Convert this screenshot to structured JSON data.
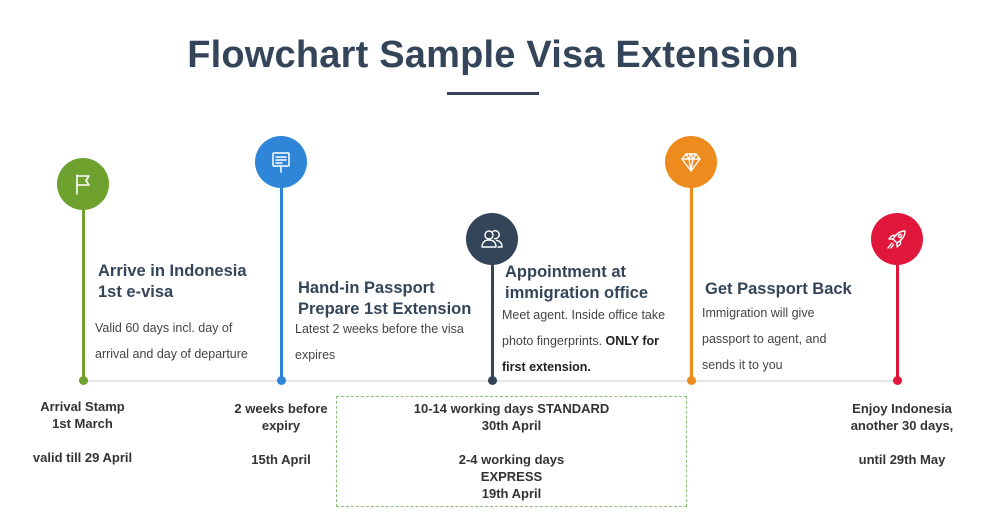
{
  "title": "Flowchart Sample Visa Extension",
  "colors": {
    "green": "#6fa12f",
    "blue": "#2f86d8",
    "navy": "#34455a",
    "orange": "#ee8b1e",
    "red": "#e0173b"
  },
  "steps": [
    {
      "icon": "flag-icon",
      "title_lines": [
        "Arrive in Indonesia",
        "1st e-visa"
      ],
      "desc_lines": [
        "Valid 60 days incl. day of",
        "arrival and day of departure"
      ],
      "below_lines": [
        "Arrival Stamp",
        "1st March",
        "",
        "valid till 29 April"
      ]
    },
    {
      "icon": "document-icon",
      "title_lines": [
        "Hand-in Passport",
        "Prepare 1st Extension"
      ],
      "desc_lines": [
        "Latest 2 weeks before the visa",
        "expires"
      ],
      "below_lines": [
        "2 weeks before",
        "expiry",
        "",
        "15th April"
      ]
    },
    {
      "icon": "people-icon",
      "title_lines": [
        "Appointment at",
        "immigration office"
      ],
      "desc_lines": [
        "Meet agent. Inside office take",
        "photo fingerprints."
      ],
      "desc_bold_inline": "ONLY for",
      "desc_bold_line": "first extension.",
      "below_lines": [
        "10-14 working days STANDARD",
        "30th April",
        "",
        "2-4 working days",
        "EXPRESS",
        "19th April"
      ]
    },
    {
      "icon": "diamond-icon",
      "title_lines": [
        "Get Passport Back"
      ],
      "desc_lines": [
        "Immigration will give",
        "passport to agent, and",
        "sends it to you"
      ],
      "below_lines": []
    },
    {
      "icon": "rocket-icon",
      "title_lines": [],
      "desc_lines": [],
      "below_lines": [
        "Enjoy Indonesia",
        "another 30 days,",
        "",
        "until 29th May"
      ]
    }
  ]
}
